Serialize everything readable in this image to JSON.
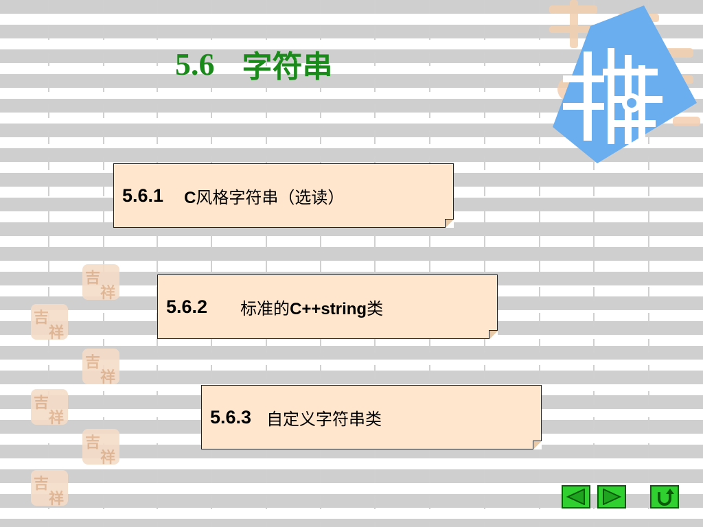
{
  "slide": {
    "title_number": "5.6",
    "title_text": "字符串"
  },
  "sections": [
    {
      "number": "5.6.1",
      "prefix": "C",
      "label": "风格字符串（选读）"
    },
    {
      "number": "5.6.2",
      "label_pre": "标准的",
      "label_bold": "C++string",
      "label_post": "类"
    },
    {
      "number": "5.6.3",
      "label": "自定义字符串类"
    }
  ],
  "navigation": {
    "prev_icon": "left-arrow-icon",
    "next_icon": "right-arrow-icon",
    "return_icon": "return-icon"
  },
  "colors": {
    "title": "#1a8a1a",
    "box_fill": "#ffe6cc",
    "nav_green": "#2fd02f",
    "logo_blue": "#6aaef0"
  }
}
